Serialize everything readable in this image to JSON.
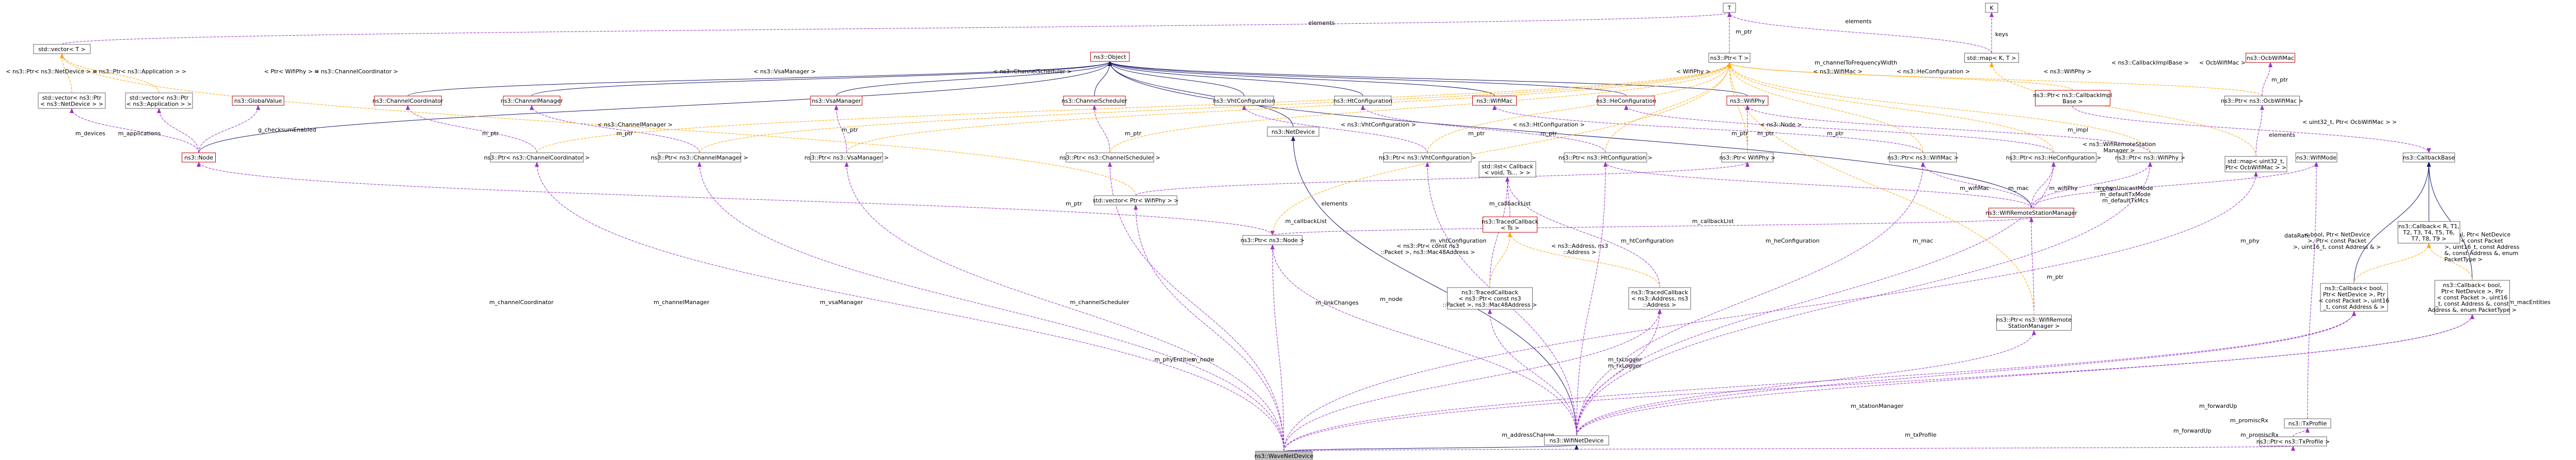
{
  "diagram": {
    "colors": {
      "inherit": "#191970",
      "usage": "#9a32cd",
      "template": "#ffa500",
      "node_border_normal": "#666666",
      "node_border_red": "#bf0000",
      "node_fill": "#ffffff",
      "focus_fill": "#bfbfbf"
    },
    "nodes": [
      {
        "id": "wavenetdevice",
        "label": "ns3::WaveNetDevice",
        "style": "focus"
      },
      {
        "id": "wifinetdevice",
        "label": "ns3::WifiNetDevice",
        "style": "normal"
      },
      {
        "id": "netdevice",
        "label": "ns3::NetDevice",
        "style": "normal"
      },
      {
        "id": "object",
        "label": "ns3::Object",
        "style": "red"
      },
      {
        "id": "T",
        "label": "T",
        "style": "normal"
      },
      {
        "id": "K",
        "label": "K",
        "style": "normal"
      },
      {
        "id": "ptrT",
        "label": "ns3::Ptr< T >",
        "style": "normal"
      },
      {
        "id": "mapKT",
        "label": "std::map< K, T >",
        "style": "normal"
      },
      {
        "id": "vectorT",
        "label": "std::vector< T >",
        "style": "normal"
      },
      {
        "id": "vecPtrNetDev",
        "label": [
          "std::vector< ns3::Ptr",
          "< ns3::NetDevice > >"
        ],
        "style": "normal"
      },
      {
        "id": "vecPtrApp",
        "label": [
          "std::vector< ns3::Ptr",
          "< ns3::Application > >"
        ],
        "style": "normal"
      },
      {
        "id": "globalvalue",
        "label": "ns3::GlobalValue",
        "style": "red"
      },
      {
        "id": "node",
        "label": "ns3::Node",
        "style": "red"
      },
      {
        "id": "channelcoordinator",
        "label": "ns3::ChannelCoordinator",
        "style": "red"
      },
      {
        "id": "channelmanager",
        "label": "ns3::ChannelManager",
        "style": "red"
      },
      {
        "id": "vsamanager",
        "label": "ns3::VsaManager",
        "style": "red"
      },
      {
        "id": "channelscheduler",
        "label": "ns3::ChannelScheduler",
        "style": "red"
      },
      {
        "id": "vhtconfiguration",
        "label": "ns3::VhtConfiguration",
        "style": "normal"
      },
      {
        "id": "htconfiguration",
        "label": "ns3::HtConfiguration",
        "style": "normal"
      },
      {
        "id": "wifimac",
        "label": "ns3::WifiMac",
        "style": "red"
      },
      {
        "id": "heconfiguration",
        "label": "ns3::HeConfiguration",
        "style": "red"
      },
      {
        "id": "wifiphy",
        "label": "ns3::WifiPhy",
        "style": "red"
      },
      {
        "id": "ptrCallbackImplBase",
        "label": [
          "ns3::Ptr< ns3::CallbackImpl",
          "Base >"
        ],
        "style": "red"
      },
      {
        "id": "ocbwifimac",
        "label": "ns3::OcbWifiMac",
        "style": "red"
      },
      {
        "id": "ptrOcbWifiMac",
        "label": "ns3::Ptr< ns3::OcbWifiMac >",
        "style": "normal"
      },
      {
        "id": "mapOcb",
        "label": [
          "std::map< uint32_t,",
          "Ptr< OcbWifiMac > >"
        ],
        "style": "normal"
      },
      {
        "id": "ptrChannelCoordinator",
        "label": "ns3::Ptr< ns3::ChannelCoordinator >",
        "style": "normal"
      },
      {
        "id": "ptrChannelManager",
        "label": "ns3::Ptr< ns3::ChannelManager >",
        "style": "normal"
      },
      {
        "id": "ptrVsaManager",
        "label": "ns3::Ptr< ns3::VsaManager >",
        "style": "normal"
      },
      {
        "id": "ptrChannelScheduler",
        "label": "ns3::Ptr< ns3::ChannelScheduler >",
        "style": "normal"
      },
      {
        "id": "ptrVhtConfiguration",
        "label": "ns3::Ptr< ns3::VhtConfiguration >",
        "style": "normal"
      },
      {
        "id": "ptrHtConfiguration",
        "label": "ns3::Ptr< ns3::HtConfiguration >",
        "style": "normal"
      },
      {
        "id": "ptrWifiPhy1",
        "label": "ns3::Ptr< WifiPhy >",
        "style": "normal"
      },
      {
        "id": "ptrWifiMac",
        "label": "ns3::Ptr< ns3::WifiMac >",
        "style": "normal"
      },
      {
        "id": "ptrHeConfiguration",
        "label": "ns3::Ptr< ns3::HeConfiguration >",
        "style": "normal"
      },
      {
        "id": "ptrWifiPhy2",
        "label": "ns3::Ptr< ns3::WifiPhy >",
        "style": "normal"
      },
      {
        "id": "wifimode",
        "label": "ns3::WifiMode",
        "style": "normal"
      },
      {
        "id": "callbackbase",
        "label": "ns3::CallbackBase",
        "style": "normal"
      },
      {
        "id": "stdlistCallback",
        "label": [
          "std::list< Callback",
          "< void, Ts... > >"
        ],
        "style": "normal"
      },
      {
        "id": "vecPtrWifiPhy",
        "label": "std::vector< Ptr< WifiPhy > >",
        "style": "normal"
      },
      {
        "id": "tracedcallbackTs",
        "label": [
          "ns3::TracedCallback",
          "< Ts >"
        ],
        "style": "red"
      },
      {
        "id": "ptrNode",
        "label": "ns3::Ptr< ns3::Node >",
        "style": "normal"
      },
      {
        "id": "tracedcb1",
        "label": [
          "ns3::TracedCallback",
          "< ns3::Ptr< const ns3",
          "::Packet >, ns3::Mac48Address >"
        ],
        "style": "normal"
      },
      {
        "id": "tracedcb2",
        "label": [
          "ns3::TracedCallback",
          "< ns3::Address, ns3",
          "::Address >"
        ],
        "style": "normal"
      },
      {
        "id": "wrsm",
        "label": "ns3::WifiRemoteStationManager",
        "style": "red"
      },
      {
        "id": "ptrWrsm",
        "label": [
          "ns3::Ptr< ns3::WifiRemote",
          "StationManager >"
        ],
        "style": "normal"
      },
      {
        "id": "callbackR",
        "label": [
          "ns3::Callback< R, T1,",
          "T2, T3, T4, T5, T6,",
          "T7, T8, T9 >"
        ],
        "style": "normal"
      },
      {
        "id": "cb1",
        "label": [
          "ns3::Callback< bool,",
          "Ptr< NetDevice >, Ptr",
          "< const Packet >, uint16",
          "_t, const Address & >"
        ],
        "style": "normal"
      },
      {
        "id": "cb2",
        "label": [
          "ns3::Callback< bool,",
          "Ptr< NetDevice >, Ptr",
          "< const Packet >, uint16",
          "_t, const Address &, const",
          "Address &, enum PacketType >"
        ],
        "style": "normal"
      },
      {
        "id": "txprofile",
        "label": "ns3::TxProfile",
        "style": "normal"
      },
      {
        "id": "ptrTxProfile",
        "label": "ns3::Ptr< ns3::TxProfile >",
        "style": "normal"
      }
    ],
    "edge_labels": [
      {
        "id": "el-elements-1",
        "text": "elements"
      },
      {
        "id": "el-mptr-T",
        "text": "m_ptr"
      },
      {
        "id": "el-keys",
        "text": "keys"
      },
      {
        "id": "el-elements-2",
        "text": "elements"
      },
      {
        "id": "el-vec-netdev",
        "text": "< ns3::Ptr< ns3::NetDevice > >"
      },
      {
        "id": "el-vec-app",
        "text": "< ns3::Ptr< ns3::Application > >"
      },
      {
        "id": "el-vec-wifiphy",
        "text": "< Ptr< WifiPhy > >"
      },
      {
        "id": "el-devices",
        "text": "m_devices"
      },
      {
        "id": "el-applications",
        "text": "m_applications"
      },
      {
        "id": "el-checksum",
        "text": "g_checksumEnabled"
      },
      {
        "id": "el-mptr-cc",
        "text": "m_ptr"
      },
      {
        "id": "el-tmpl-cc",
        "text": "< ns3::ChannelCoordinator >"
      },
      {
        "id": "el-mptr-cm",
        "text": "m_ptr"
      },
      {
        "id": "el-tmpl-cm",
        "text": "< ns3::ChannelManager >"
      },
      {
        "id": "el-mptr-vsa",
        "text": "m_ptr"
      },
      {
        "id": "el-tmpl-vsa",
        "text": "< ns3::VsaManager >"
      },
      {
        "id": "el-mptr-cs",
        "text": "m_ptr"
      },
      {
        "id": "el-tmpl-cs",
        "text": "< ns3::ChannelScheduler >"
      },
      {
        "id": "el-mptr-vht",
        "text": "m_ptr"
      },
      {
        "id": "el-tmpl-vht",
        "text": "< ns3::VhtConfiguration >"
      },
      {
        "id": "el-mptr-ht",
        "text": "m_ptr"
      },
      {
        "id": "el-tmpl-ht",
        "text": "< ns3::HtConfiguration >"
      },
      {
        "id": "el-tmpl-wifiphy1",
        "text": "< WifiPhy >"
      },
      {
        "id": "el-mptr-wifiphy1",
        "text": "m_ptr"
      },
      {
        "id": "el-mptr-wifimac",
        "text": "m_ptr"
      },
      {
        "id": "el-tmpl-wifimac",
        "text": "< ns3::WifiMac >"
      },
      {
        "id": "el-tmpl-node",
        "text": "< ns3::Node >"
      },
      {
        "id": "el-mptr-he",
        "text": "m_ptr"
      },
      {
        "id": "el-tmpl-he",
        "text": "< ns3::HeConfiguration >"
      },
      {
        "id": "el-channelwidth",
        "text": "m_channelToFrequencyWidth"
      },
      {
        "id": "el-mptr-wifiphy2",
        "text": "m_ptr"
      },
      {
        "id": "el-tmpl-wifiphy2",
        "text": "< ns3::WifiPhy >"
      },
      {
        "id": "el-tmpl-cbimpl",
        "text": "< ns3::CallbackImplBase >"
      },
      {
        "id": "el-tmpl-ocb",
        "text": "< OcbWifiMac >"
      },
      {
        "id": "el-mptr-ocb",
        "text": "m_ptr"
      },
      {
        "id": "el-tmpl-mapocb",
        "text": "< uint32_t, Ptr< OcbWifiMac > >"
      },
      {
        "id": "el-elements-3",
        "text": "elements"
      },
      {
        "id": "el-impl",
        "text": "m_impl"
      },
      {
        "id": "el-nonunicast",
        "text": "m_nonUnicastMode\nm_defaultTxMode\nm_defaultTxMcs"
      },
      {
        "id": "el-tmpl-wrsm",
        "text": "< ns3::WifiRemoteStation\nManager >"
      },
      {
        "id": "el-callbacklist-1",
        "text": "m_callbackList"
      },
      {
        "id": "el-callbacklist-2",
        "text": "m_callbackList"
      },
      {
        "id": "el-callbacklist-3",
        "text": "m_callbackList"
      },
      {
        "id": "el-elements-4",
        "text": "elements"
      },
      {
        "id": "el-mptr-node",
        "text": "m_ptr"
      },
      {
        "id": "el-tmpl-tc1",
        "text": "< ns3::Ptr< const ns3\n::Packet >, ns3::Mac48Address >"
      },
      {
        "id": "el-tmpl-tc2",
        "text": "< ns3::Address, ns3\n::Address >"
      },
      {
        "id": "el-dataRate",
        "text": "dataRate"
      },
      {
        "id": "el-mptr-wrsm",
        "text": "m_ptr"
      },
      {
        "id": "el-tmpl-cb1",
        "text": "< bool, Ptr< NetDevice\n>, Ptr< const Packet\n>, uint16_t, const Address & >"
      },
      {
        "id": "el-tmpl-cb2",
        "text": "< bool, Ptr< NetDevice\n>, Ptr< const Packet\n>, uint16_t, const Address\n&, const Address &, enum\nPacketType >"
      },
      {
        "id": "el-mac-1",
        "text": "m_mac"
      },
      {
        "id": "el-mac-2",
        "text": "m_mac"
      },
      {
        "id": "el-phy-1",
        "text": "m_phy"
      },
      {
        "id": "el-phy-2",
        "text": "m_phy"
      },
      {
        "id": "el-wifiphy",
        "text": "m_wifiPhy"
      },
      {
        "id": "el-wifimac",
        "text": "m_wifiMac"
      },
      {
        "id": "el-htconf",
        "text": "m_htConfiguration"
      },
      {
        "id": "el-heconf",
        "text": "m_heConfiguration"
      },
      {
        "id": "el-vhtconf",
        "text": "m_vhtConfiguration"
      },
      {
        "id": "el-linkchanges",
        "text": "m_linkChanges"
      },
      {
        "id": "el-txlogger",
        "text": "m_txLogger\nm_rxLogger"
      },
      {
        "id": "el-stationmanager",
        "text": "m_stationManager"
      },
      {
        "id": "el-node",
        "text": "m_node"
      },
      {
        "id": "el-node2",
        "text": "m_node"
      },
      {
        "id": "el-forwardup-1",
        "text": "m_forwardUp"
      },
      {
        "id": "el-forwardup-2",
        "text": "m_forwardUp"
      },
      {
        "id": "el-promiscrx-1",
        "text": "m_promiscRx"
      },
      {
        "id": "el-promiscrx-2",
        "text": "m_promiscRx"
      },
      {
        "id": "el-addresschange",
        "text": "m_addressChange"
      },
      {
        "id": "el-channelcoordinator",
        "text": "m_channelCoordinator"
      },
      {
        "id": "el-channelmanager",
        "text": "m_channelManager"
      },
      {
        "id": "el-vsamanager",
        "text": "m_vsaManager"
      },
      {
        "id": "el-channelscheduler",
        "text": "m_channelScheduler"
      },
      {
        "id": "el-phyentities",
        "text": "m_phyEntities"
      },
      {
        "id": "el-txprofile",
        "text": "m_txProfile"
      },
      {
        "id": "el-macentities",
        "text": "m_macEntities"
      }
    ]
  }
}
